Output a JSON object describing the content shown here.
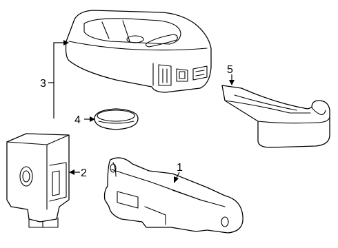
{
  "diagram": {
    "callouts": {
      "part_1": "1",
      "part_2": "2",
      "part_3": "3",
      "part_4": "4",
      "part_5": "5"
    }
  }
}
